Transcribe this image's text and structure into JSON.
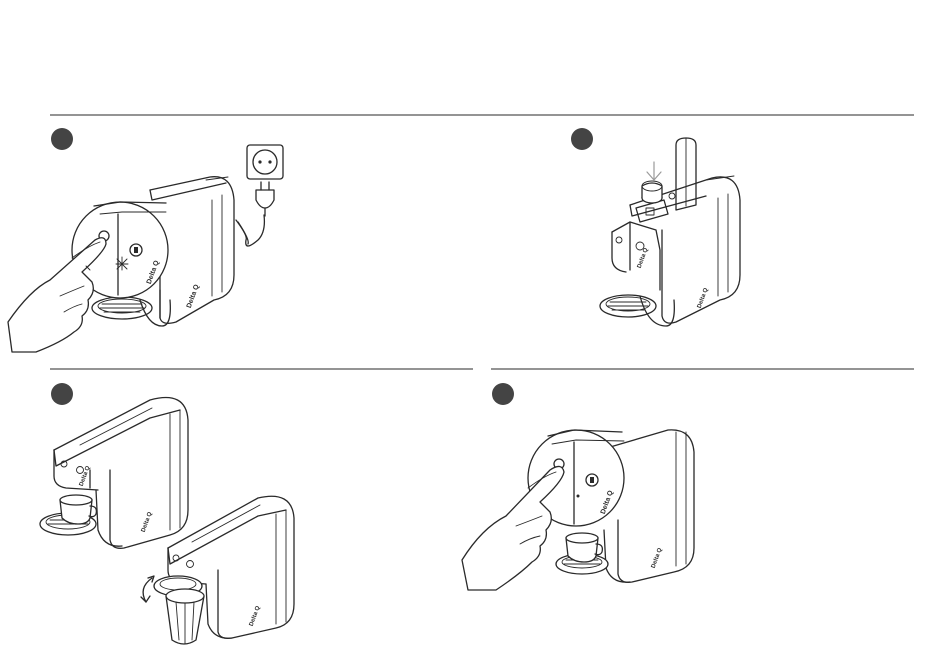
{
  "brand": {
    "label": "Delta Q"
  },
  "colors": {
    "line": "#2a2a2a",
    "badge": "#444444",
    "accent_arrow": "#9a9a9a",
    "background": "#ffffff"
  },
  "steps": [
    {
      "panel": "plug-in-and-power-on",
      "icons": [
        "wall-socket-icon",
        "power-plug-icon",
        "finger-press-icon"
      ]
    },
    {
      "panel": "open-lever-insert-capsule",
      "icons": [
        "down-arrow-icon",
        "capsule-icon",
        "lever-icon"
      ]
    },
    {
      "panel": "cup-placement",
      "icons": [
        "espresso-cup-icon",
        "tall-glass-icon",
        "rotate-tray-arrows-icon"
      ]
    },
    {
      "panel": "press-brew-button",
      "icons": [
        "finger-press-icon",
        "espresso-cup-icon"
      ]
    }
  ]
}
